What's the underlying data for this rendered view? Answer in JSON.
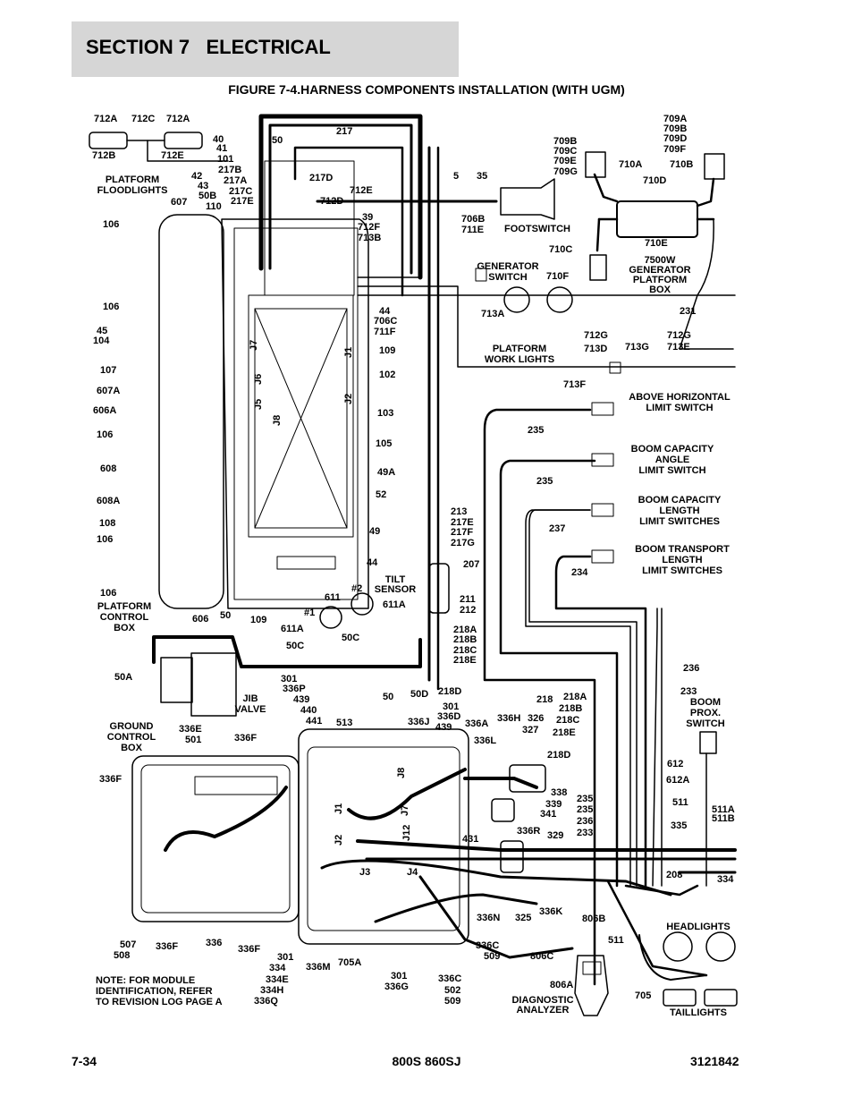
{
  "header": {
    "section": "SECTION 7",
    "title": "ELECTRICAL",
    "figure_title": "FIGURE 7-4.HARNESS COMPONENTS INSTALLATION (WITH UGM)"
  },
  "note": [
    "NOTE: FOR MODULE",
    "IDENTIFICATION, REFER",
    "TO REVISION LOG PAGE A"
  ],
  "footer": {
    "page": "7-34",
    "model": "800S 860SJ",
    "doc_number": "3121842"
  },
  "components": {
    "platform_floodlights": [
      "PLATFORM",
      "FLOODLIGHTS"
    ],
    "footswitch": "FOOTSWITCH",
    "generator_switch": [
      "GENERATOR",
      "SWITCH"
    ],
    "generator_platform_box": [
      "7500W",
      "GENERATOR",
      "PLATFORM",
      "BOX"
    ],
    "platform_work_lights": [
      "PLATFORM",
      "WORK LIGHTS"
    ],
    "above_horizontal_limit_switch": [
      "ABOVE HORIZONTAL",
      "LIMIT SWITCH"
    ],
    "boom_capacity_angle": [
      "BOOM CAPACITY",
      "ANGLE",
      "LIMIT SWITCH"
    ],
    "boom_capacity_length": [
      "BOOM CAPACITY",
      "LENGTH",
      "LIMIT SWITCHES"
    ],
    "boom_transport_length": [
      "BOOM TRANSPORT",
      "LENGTH",
      "LIMIT SWITCHES"
    ],
    "tilt_sensor": [
      "TILT",
      "SENSOR"
    ],
    "platform_control_box": [
      "PLATFORM",
      "CONTROL",
      "BOX"
    ],
    "jib_valve": [
      "JIB",
      "VALVE"
    ],
    "ground_control_box": [
      "GROUND",
      "CONTROL",
      "BOX"
    ],
    "boom_prox_switch": [
      "BOOM",
      "PROX.",
      "SWITCH"
    ],
    "headlights": "HEADLIGHTS",
    "taillights": "TAILLIGHTS",
    "diagnostic_analyzer": [
      "DIAGNOSTIC",
      "ANALYZER"
    ]
  },
  "connectors": {
    "pcb": [
      "J7",
      "J5",
      "J6",
      "J8",
      "J1",
      "J2"
    ],
    "gcb": [
      "J8",
      "J7",
      "J12",
      "J1",
      "J2",
      "J3",
      "J4"
    ]
  },
  "labels": [
    {
      "id": "l1",
      "t": "712A"
    },
    {
      "id": "l2",
      "t": "712C"
    },
    {
      "id": "l3",
      "t": "712A"
    },
    {
      "id": "l4",
      "t": "712B"
    },
    {
      "id": "l5",
      "t": "712E"
    },
    {
      "id": "l6",
      "t": "40"
    },
    {
      "id": "l7",
      "t": "41"
    },
    {
      "id": "l8",
      "t": "101"
    },
    {
      "id": "l9",
      "t": "217B"
    },
    {
      "id": "l10",
      "t": "42"
    },
    {
      "id": "l11",
      "t": "217A"
    },
    {
      "id": "l12",
      "t": "43"
    },
    {
      "id": "l13",
      "t": "217C"
    },
    {
      "id": "l14",
      "t": "50B"
    },
    {
      "id": "l15",
      "t": "217E"
    },
    {
      "id": "l16",
      "t": "607"
    },
    {
      "id": "l17",
      "t": "110"
    },
    {
      "id": "l18",
      "t": "50"
    },
    {
      "id": "l19",
      "t": "217"
    },
    {
      "id": "l20",
      "t": "217D"
    },
    {
      "id": "l21",
      "t": "712E"
    },
    {
      "id": "l22",
      "t": "712D"
    },
    {
      "id": "l23",
      "t": "39"
    },
    {
      "id": "l24",
      "t": "712F"
    },
    {
      "id": "l25",
      "t": "713B"
    },
    {
      "id": "l26",
      "t": "5"
    },
    {
      "id": "l27",
      "t": "35"
    },
    {
      "id": "l28",
      "t": "706B"
    },
    {
      "id": "l29",
      "t": "711E"
    },
    {
      "id": "l30",
      "t": "709A"
    },
    {
      "id": "l31",
      "t": "709B"
    },
    {
      "id": "l32",
      "t": "709D"
    },
    {
      "id": "l33",
      "t": "709F"
    },
    {
      "id": "l34",
      "t": "709B"
    },
    {
      "id": "l35",
      "t": "709C"
    },
    {
      "id": "l36",
      "t": "709E"
    },
    {
      "id": "l37",
      "t": "709G"
    },
    {
      "id": "l38",
      "t": "710A"
    },
    {
      "id": "l39",
      "t": "710B"
    },
    {
      "id": "l40",
      "t": "710D"
    },
    {
      "id": "l41",
      "t": "710C"
    },
    {
      "id": "l42",
      "t": "710E"
    },
    {
      "id": "l43",
      "t": "710F"
    },
    {
      "id": "l44",
      "t": "231"
    },
    {
      "id": "l45",
      "t": "713A"
    },
    {
      "id": "l46",
      "t": "712G"
    },
    {
      "id": "l47",
      "t": "713D"
    },
    {
      "id": "l48",
      "t": "713G"
    },
    {
      "id": "l49",
      "t": "712G"
    },
    {
      "id": "l50",
      "t": "713E"
    },
    {
      "id": "l51",
      "t": "713F"
    },
    {
      "id": "l52",
      "t": "106"
    },
    {
      "id": "l53",
      "t": "106"
    },
    {
      "id": "l54",
      "t": "45"
    },
    {
      "id": "l55",
      "t": "104"
    },
    {
      "id": "l56",
      "t": "107"
    },
    {
      "id": "l57",
      "t": "607A"
    },
    {
      "id": "l58",
      "t": "606A"
    },
    {
      "id": "l59",
      "t": "106"
    },
    {
      "id": "l60",
      "t": "608"
    },
    {
      "id": "l61",
      "t": "608A"
    },
    {
      "id": "l62",
      "t": "108"
    },
    {
      "id": "l63",
      "t": "106"
    },
    {
      "id": "l64",
      "t": "106"
    },
    {
      "id": "l65",
      "t": "44"
    },
    {
      "id": "l66",
      "t": "706C"
    },
    {
      "id": "l67",
      "t": "711F"
    },
    {
      "id": "l68",
      "t": "109"
    },
    {
      "id": "l69",
      "t": "102"
    },
    {
      "id": "l70",
      "t": "103"
    },
    {
      "id": "l71",
      "t": "105"
    },
    {
      "id": "l72",
      "t": "49A"
    },
    {
      "id": "l73",
      "t": "52"
    },
    {
      "id": "l74",
      "t": "49"
    },
    {
      "id": "l75",
      "t": "44"
    },
    {
      "id": "l76",
      "t": "235"
    },
    {
      "id": "l77",
      "t": "235"
    },
    {
      "id": "l78",
      "t": "237"
    },
    {
      "id": "l79",
      "t": "234"
    },
    {
      "id": "l80",
      "t": "213"
    },
    {
      "id": "l81",
      "t": "217E"
    },
    {
      "id": "l82",
      "t": "217F"
    },
    {
      "id": "l83",
      "t": "217G"
    },
    {
      "id": "l84",
      "t": "207"
    },
    {
      "id": "l85",
      "t": "211"
    },
    {
      "id": "l86",
      "t": "212"
    },
    {
      "id": "l87",
      "t": "218A"
    },
    {
      "id": "l88",
      "t": "218B"
    },
    {
      "id": "l89",
      "t": "218C"
    },
    {
      "id": "l90",
      "t": "218E"
    },
    {
      "id": "l91",
      "t": "#2"
    },
    {
      "id": "l92",
      "t": "611"
    },
    {
      "id": "l93",
      "t": "611A"
    },
    {
      "id": "l94",
      "t": "#1"
    },
    {
      "id": "l95",
      "t": "611A"
    },
    {
      "id": "l96",
      "t": "50C"
    },
    {
      "id": "l97",
      "t": "50C"
    },
    {
      "id": "l98",
      "t": "606"
    },
    {
      "id": "l99",
      "t": "50"
    },
    {
      "id": "l100",
      "t": "109"
    },
    {
      "id": "l101",
      "t": "50A"
    },
    {
      "id": "l102",
      "t": "301"
    },
    {
      "id": "l103",
      "t": "336P"
    },
    {
      "id": "l104",
      "t": "439"
    },
    {
      "id": "l105",
      "t": "440"
    },
    {
      "id": "l106",
      "t": "441"
    },
    {
      "id": "l107",
      "t": "50"
    },
    {
      "id": "l108",
      "t": "50D"
    },
    {
      "id": "l109",
      "t": "218D"
    },
    {
      "id": "l110",
      "t": "301"
    },
    {
      "id": "l111",
      "t": "336D"
    },
    {
      "id": "l112",
      "t": "439"
    },
    {
      "id": "l113",
      "t": "218"
    },
    {
      "id": "l114",
      "t": "218A"
    },
    {
      "id": "l115",
      "t": "218B"
    },
    {
      "id": "l116",
      "t": "218C"
    },
    {
      "id": "l117",
      "t": "218E"
    },
    {
      "id": "l118",
      "t": "236"
    },
    {
      "id": "l119",
      "t": "233"
    },
    {
      "id": "l120",
      "t": "336E"
    },
    {
      "id": "l121",
      "t": "501"
    },
    {
      "id": "l122",
      "t": "336F"
    },
    {
      "id": "l123",
      "t": "336F"
    },
    {
      "id": "l124",
      "t": "513"
    },
    {
      "id": "l125",
      "t": "336J"
    },
    {
      "id": "l126",
      "t": "336A"
    },
    {
      "id": "l127",
      "t": "336L"
    },
    {
      "id": "l128",
      "t": "336H"
    },
    {
      "id": "l129",
      "t": "326"
    },
    {
      "id": "l130",
      "t": "327"
    },
    {
      "id": "l131",
      "t": "218D"
    },
    {
      "id": "l132",
      "t": "612"
    },
    {
      "id": "l133",
      "t": "612A"
    },
    {
      "id": "l134",
      "t": "511"
    },
    {
      "id": "l135",
      "t": "511A"
    },
    {
      "id": "l136",
      "t": "511B"
    },
    {
      "id": "l137",
      "t": "338"
    },
    {
      "id": "l138",
      "t": "339"
    },
    {
      "id": "l139",
      "t": "341"
    },
    {
      "id": "l140",
      "t": "235"
    },
    {
      "id": "l141",
      "t": "235"
    },
    {
      "id": "l142",
      "t": "236"
    },
    {
      "id": "l143",
      "t": "233"
    },
    {
      "id": "l144",
      "t": "335"
    },
    {
      "id": "l145",
      "t": "431"
    },
    {
      "id": "l146",
      "t": "336R"
    },
    {
      "id": "l147",
      "t": "329"
    },
    {
      "id": "l148",
      "t": "208"
    },
    {
      "id": "l149",
      "t": "334"
    },
    {
      "id": "l150",
      "t": "336N"
    },
    {
      "id": "l151",
      "t": "325"
    },
    {
      "id": "l152",
      "t": "336K"
    },
    {
      "id": "l153",
      "t": "806B"
    },
    {
      "id": "l154",
      "t": "511"
    },
    {
      "id": "l155",
      "t": "507"
    },
    {
      "id": "l156",
      "t": "508"
    },
    {
      "id": "l157",
      "t": "336F"
    },
    {
      "id": "l158",
      "t": "336"
    },
    {
      "id": "l159",
      "t": "336F"
    },
    {
      "id": "l160",
      "t": "301"
    },
    {
      "id": "l161",
      "t": "334"
    },
    {
      "id": "l162",
      "t": "334E"
    },
    {
      "id": "l163",
      "t": "334H"
    },
    {
      "id": "l164",
      "t": "336Q"
    },
    {
      "id": "l165",
      "t": "336M"
    },
    {
      "id": "l166",
      "t": "705A"
    },
    {
      "id": "l167",
      "t": "301"
    },
    {
      "id": "l168",
      "t": "336G"
    },
    {
      "id": "l169",
      "t": "336C"
    },
    {
      "id": "l170",
      "t": "502"
    },
    {
      "id": "l171",
      "t": "509"
    },
    {
      "id": "l172",
      "t": "336C"
    },
    {
      "id": "l173",
      "t": "509"
    },
    {
      "id": "l174",
      "t": "806C"
    },
    {
      "id": "l175",
      "t": "806A"
    },
    {
      "id": "l176",
      "t": "705"
    }
  ]
}
